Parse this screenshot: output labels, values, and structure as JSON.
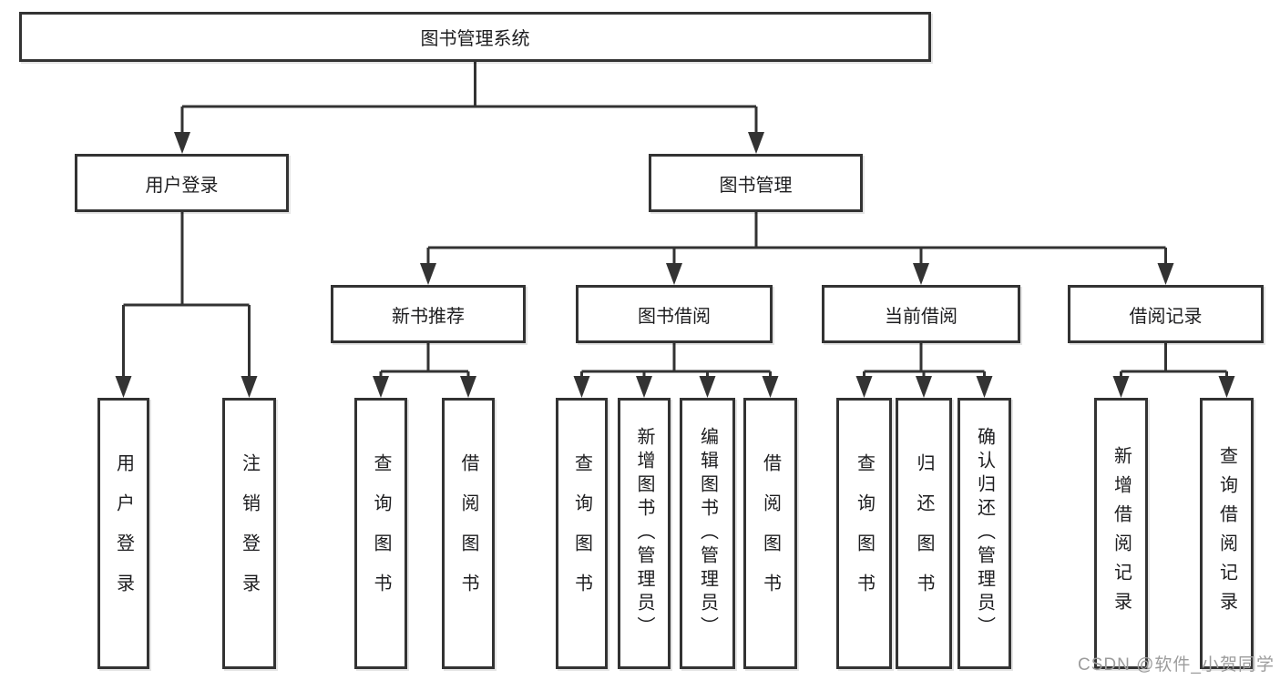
{
  "tree": {
    "root": "图书管理系统",
    "children": [
      {
        "label": "用户登录",
        "children": [
          {
            "label": "用户登录"
          },
          {
            "label": "注销登录"
          }
        ]
      },
      {
        "label": "图书管理",
        "children": [
          {
            "label": "新书推荐",
            "children": [
              {
                "label": "查询图书"
              },
              {
                "label": "借阅图书"
              }
            ]
          },
          {
            "label": "图书借阅",
            "children": [
              {
                "label": "查询图书"
              },
              {
                "label": "新增图书（管理员）"
              },
              {
                "label": "编辑图书（管理员）"
              },
              {
                "label": "借阅图书"
              }
            ]
          },
          {
            "label": "当前借阅",
            "children": [
              {
                "label": "查询图书"
              },
              {
                "label": "归还图书"
              },
              {
                "label": "确认归还（管理员）"
              }
            ]
          },
          {
            "label": "借阅记录",
            "children": [
              {
                "label": "新增借阅记录"
              },
              {
                "label": "查询借阅记录"
              }
            ]
          }
        ]
      }
    ]
  },
  "watermark": {
    "text": "CSDN @软件_小贺同学"
  },
  "colors": {
    "line": "#333333",
    "text": "#1d1d1f",
    "box_background": "#ffffff",
    "watermark": "#9c9c9c"
  }
}
